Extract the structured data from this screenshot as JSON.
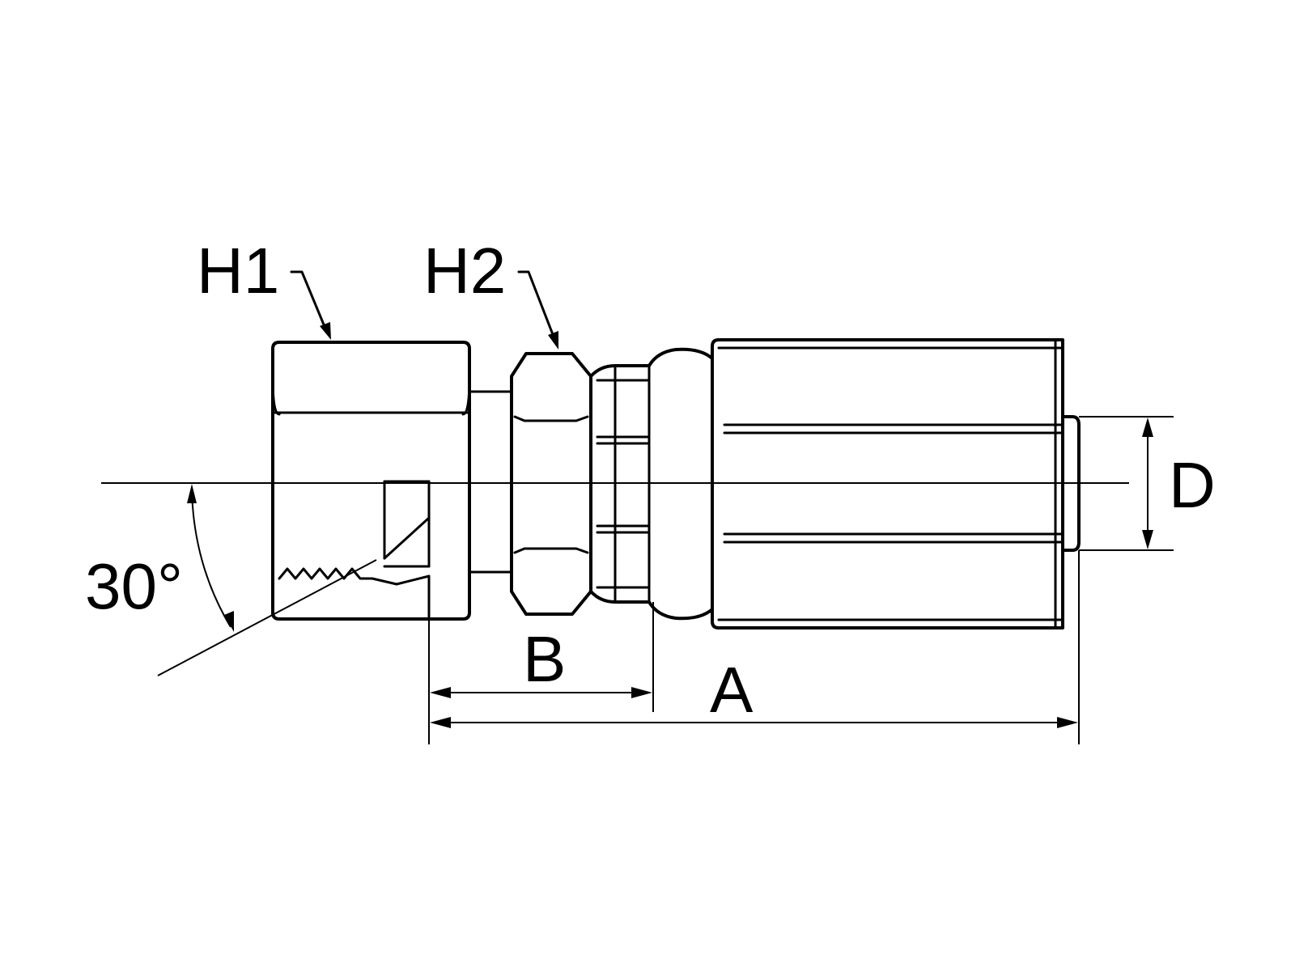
{
  "labels": {
    "h1": "H1",
    "h2": "H2",
    "angle": "30°",
    "d": "D",
    "b": "B",
    "a": "A"
  }
}
